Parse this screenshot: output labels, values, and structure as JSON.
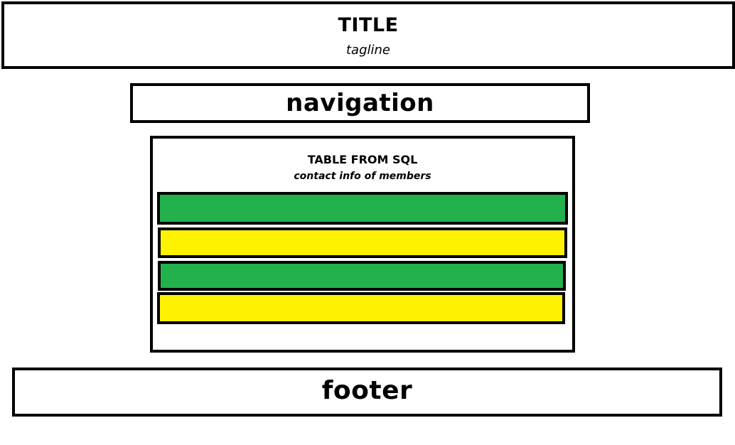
{
  "header": {
    "title": "TITLE",
    "tagline": "tagline"
  },
  "navigation": {
    "label": "navigation"
  },
  "table": {
    "title": "TABLE FROM SQL",
    "subtitle": "contact info of members",
    "rows": [
      {
        "color": "#22b14c"
      },
      {
        "color": "#fff200"
      },
      {
        "color": "#22b14c"
      },
      {
        "color": "#fff200"
      }
    ]
  },
  "footer": {
    "label": "footer"
  }
}
